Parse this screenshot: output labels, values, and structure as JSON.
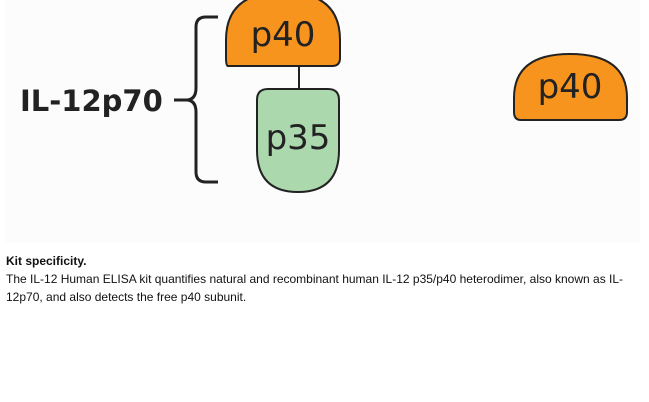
{
  "figure": {
    "complex_label": "IL-12p70",
    "subunit_p40": "p40",
    "subunit_p35": "p35",
    "free_subunit": "p40",
    "colors": {
      "p40": "#f7941d",
      "p35": "#acd8ae",
      "outline": "#222222"
    }
  },
  "caption": {
    "title": "Kit specificity.",
    "text": "The IL-12 Human ELISA kit quantifies natural and recombinant human IL-12 p35/p40 heterodimer, also known as IL-12p70, and also detects the free p40 subunit."
  }
}
